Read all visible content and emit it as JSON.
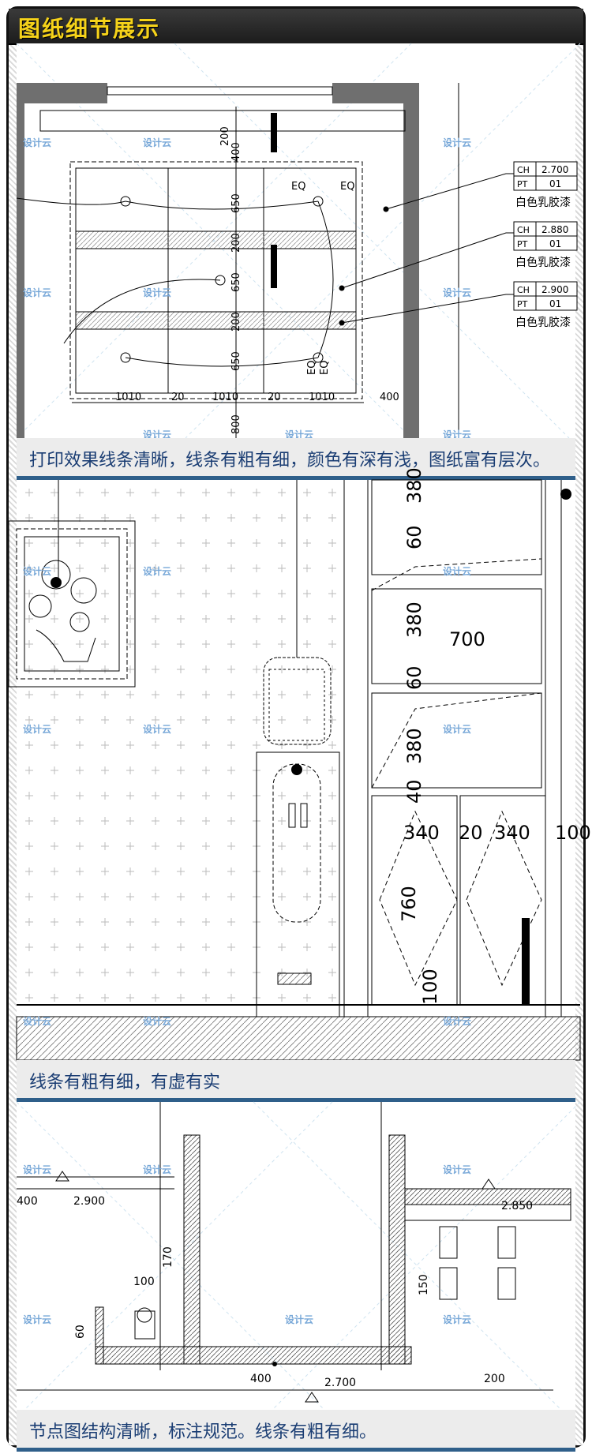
{
  "header": {
    "title": "图纸细节展示"
  },
  "watermark": "设计云",
  "panel1": {
    "labels": [
      {
        "code": "CH",
        "value": "2.700",
        "code2": "PT",
        "value2": "01",
        "material": "白色乳胶漆"
      },
      {
        "code": "CH",
        "value": "2.880",
        "code2": "PT",
        "value2": "01",
        "material": "白色乳胶漆"
      },
      {
        "code": "CH",
        "value": "2.900",
        "code2": "PT",
        "value2": "01",
        "material": "白色乳胶漆"
      }
    ],
    "dims_vertical": [
      "200",
      "400",
      "650",
      "200",
      "650",
      "200",
      "650",
      "800"
    ],
    "dims_horizontal": [
      "1010",
      "20",
      "1010",
      "20",
      "1010",
      "400"
    ],
    "eq_labels": [
      "EQ",
      "EQ",
      "EQ",
      "EQ"
    ],
    "caption": "打印效果线条清晰，线条有粗有细，颜色有深有浅，图纸富有层次。"
  },
  "panel2": {
    "dims": [
      "380",
      "60",
      "380",
      "700",
      "60",
      "380",
      "40",
      "340",
      "20",
      "340",
      "100",
      "760",
      "100"
    ],
    "caption": "线条有粗有细，有虚有实"
  },
  "panel3": {
    "dims": [
      "400",
      "2.900",
      "170",
      "100",
      "60",
      "400",
      "2.700",
      "150",
      "2.850",
      "200"
    ],
    "caption": "节点图结构清晰，标注规范。线条有粗有细。"
  },
  "colors": {
    "accent": "#2f5f8a",
    "title": "#f5d21a",
    "caption_text": "#1a3d73",
    "watermark": "#78a8d8"
  }
}
